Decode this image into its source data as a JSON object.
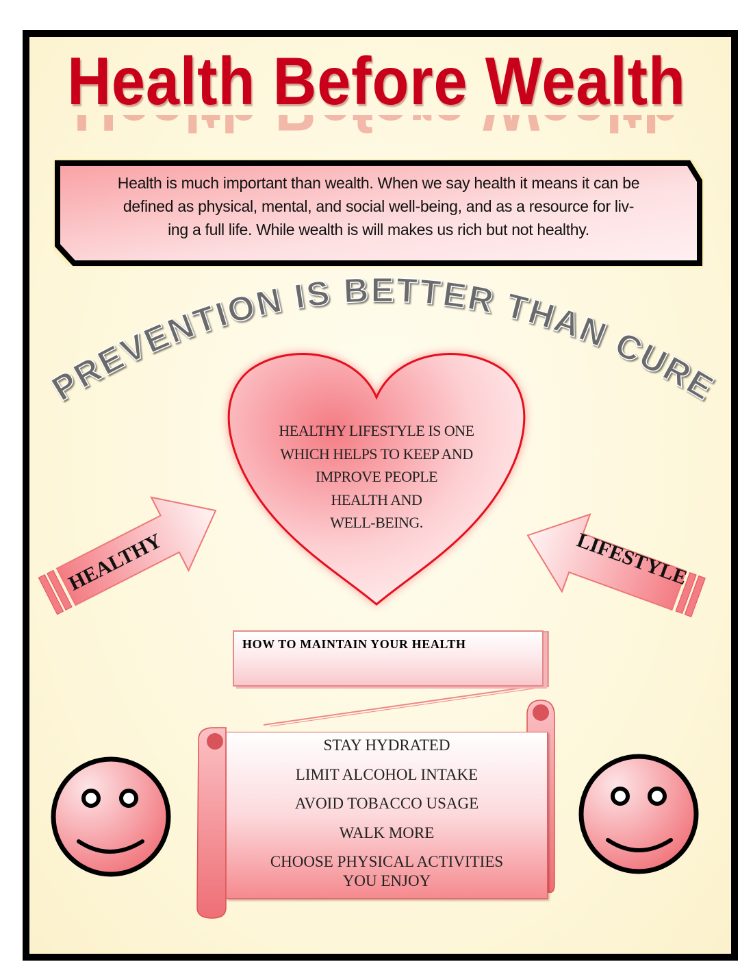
{
  "title": "Health Before Wealth",
  "intro": {
    "lines": [
      "Health is much important than wealth. When we say health  it means it can be",
      "defined as physical, mental, and social well-being, and as a resource for liv-",
      "ing a full life.  While wealth is  will makes us rich but not healthy."
    ]
  },
  "arc_heading": "PREVENTION IS BETTER THAN CURE",
  "heart": {
    "lines": [
      "HEALTHY LIFESTYLE IS  ONE",
      "WHICH HELPS TO KEEP AND",
      "IMPROVE PEOPLE",
      "HEALTH AND",
      "WELL-BEING."
    ]
  },
  "arrows": {
    "left": "HEALTHY",
    "right": "LIFESTYLE"
  },
  "howto": {
    "heading": "HOW TO MAINTAIN YOUR HEALTH"
  },
  "tips": [
    "STAY HYDRATED",
    "LIMIT ALCOHOL INTAKE",
    "AVOID TOBACCO USAGE",
    "WALK MORE",
    "CHOOSE PHYSICAL ACTIVITIES YOU ENJOY"
  ],
  "colors": {
    "title": "#c8001a",
    "accent": "#f47c84",
    "background": "#fdf6d8"
  }
}
